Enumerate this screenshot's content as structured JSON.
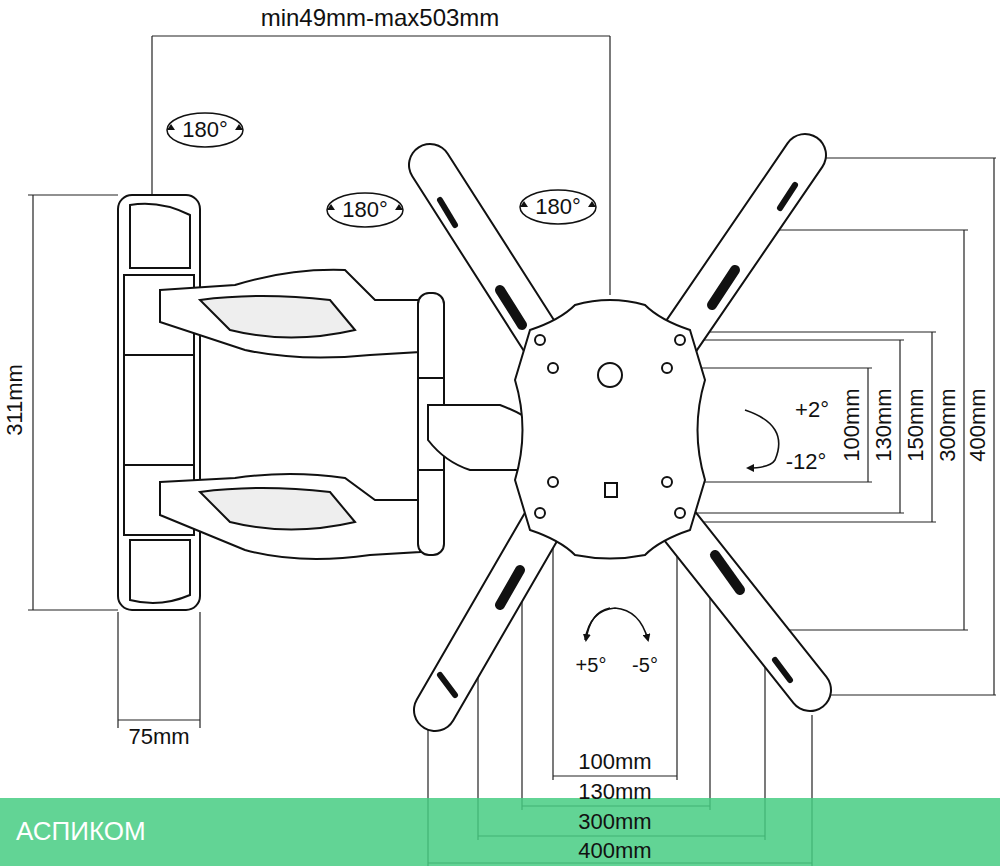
{
  "diagram": {
    "nodes": [
      {
        "text": [
          "180°"
        ]
      },
      {
        "text": [
          "180°"
        ]
      },
      {
        "text": [
          "180°"
        ]
      },
      {
        "text": [
          "АСПИКОМ"
        ]
      }
    ],
    "labels": [
      "min49mm-max503mm",
      "311mm",
      "+2°",
      "-12°",
      "100mm",
      "130mm",
      "150mm",
      "300mm",
      "400mm",
      "+5°",
      "-5°",
      "75mm",
      "100mm",
      "130mm",
      "300mm",
      "400mm"
    ]
  }
}
